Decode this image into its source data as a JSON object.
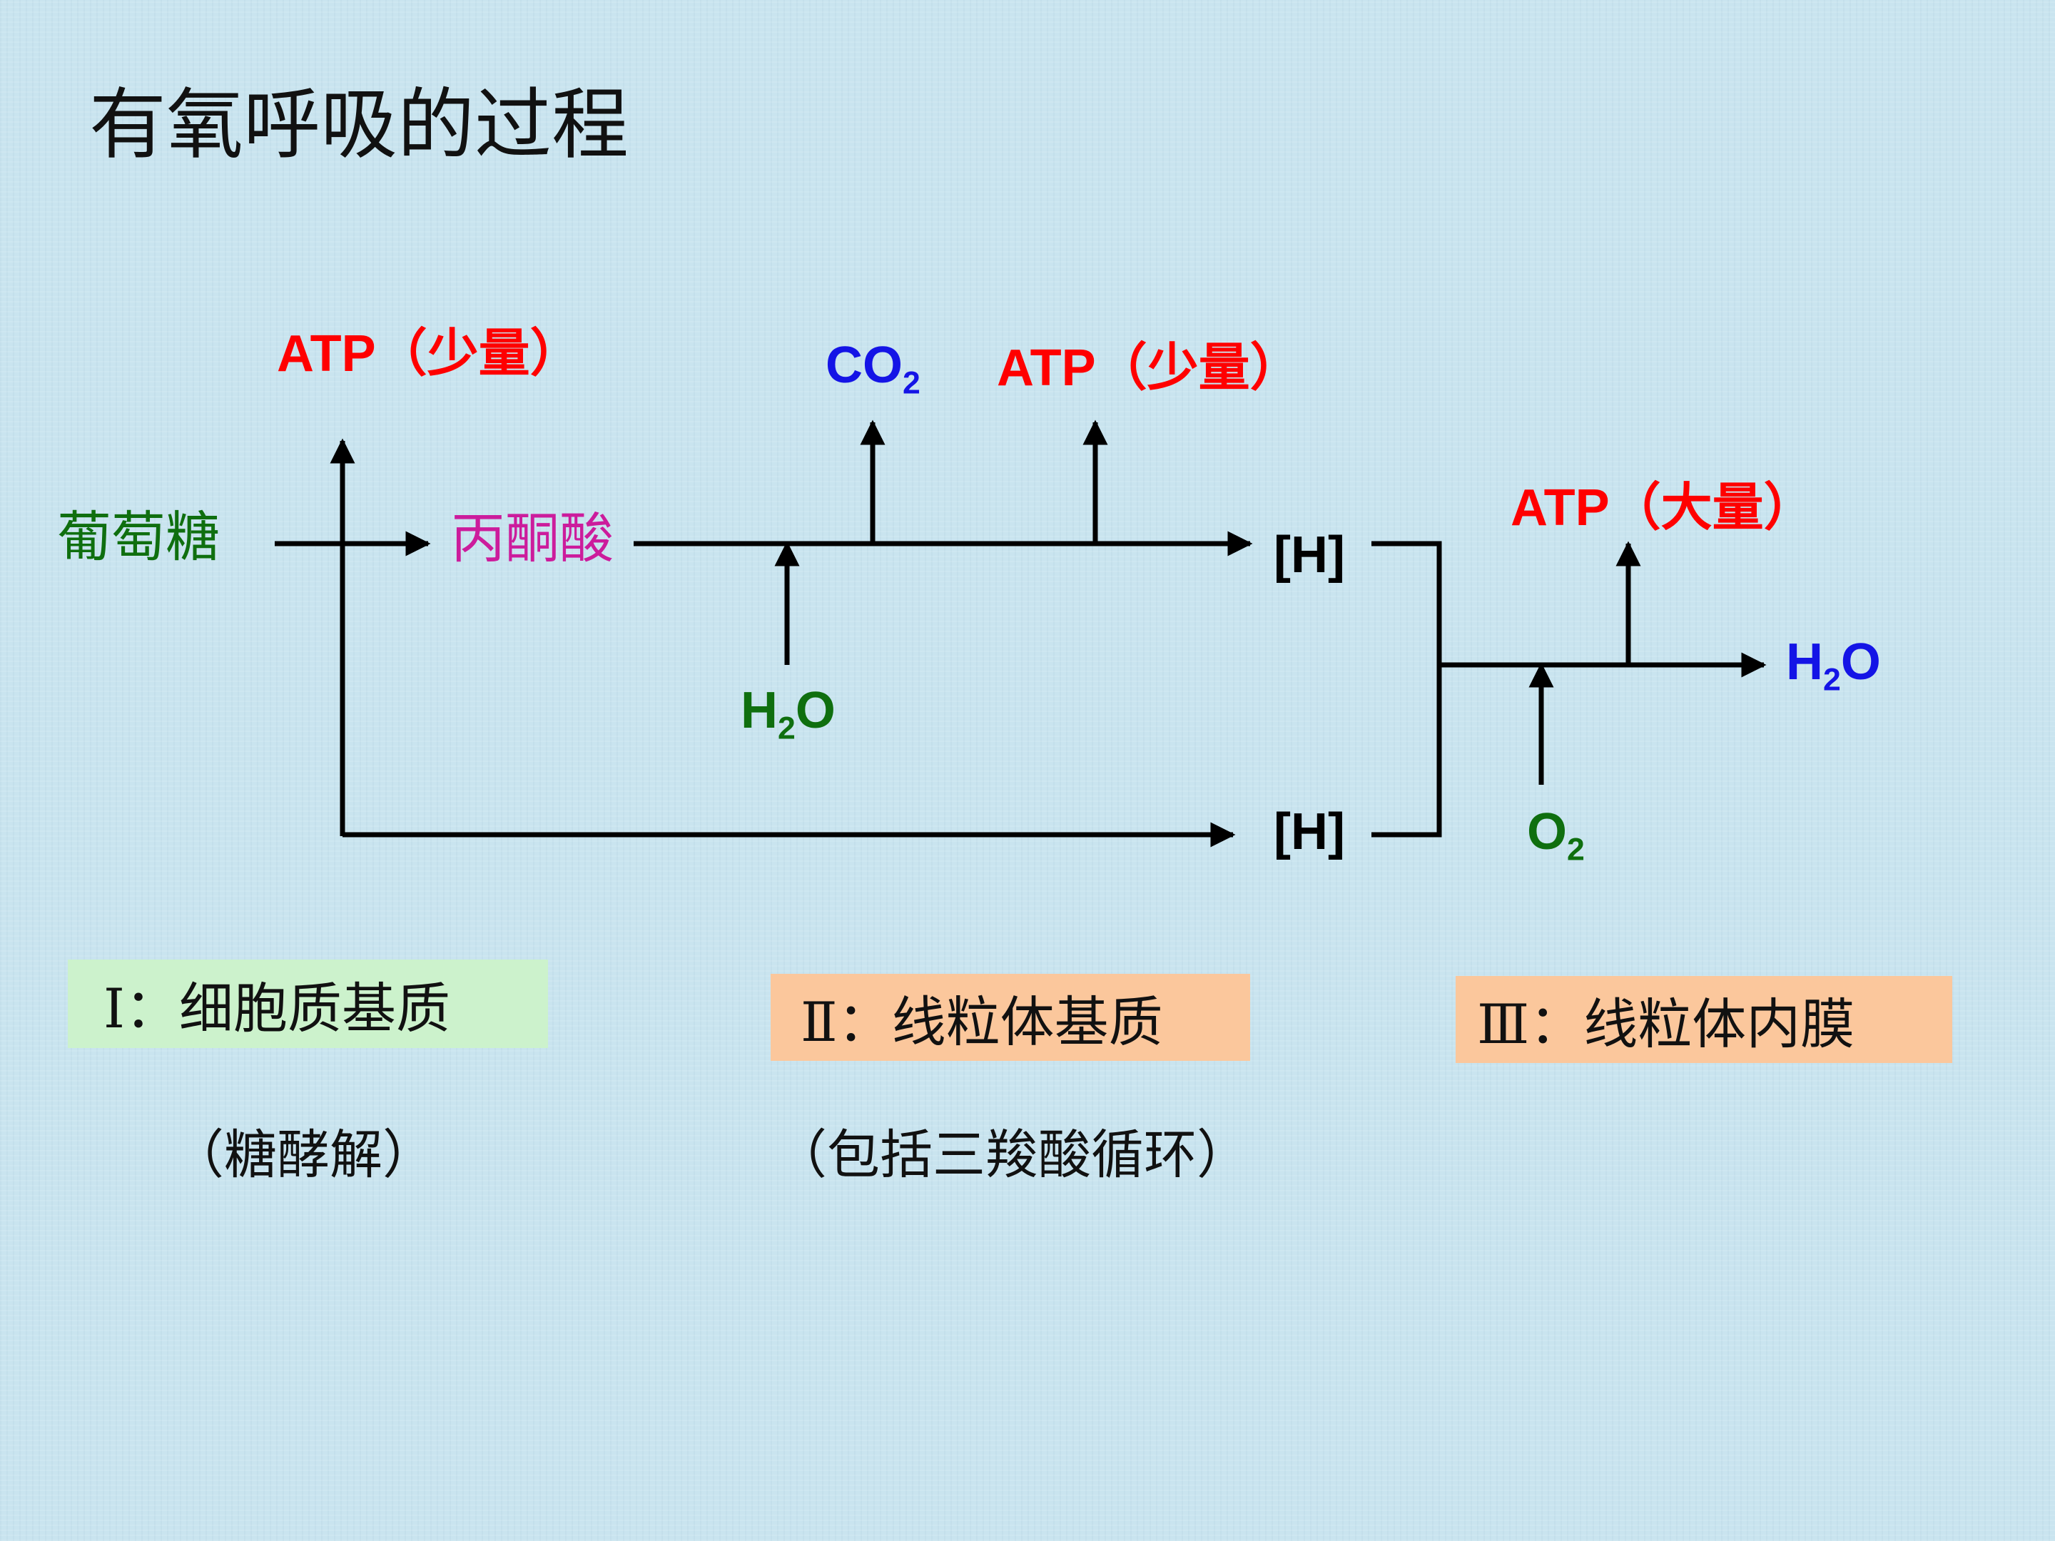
{
  "title": "有氧呼吸的过程",
  "labels": {
    "atp_small_1": "ATP（少量）",
    "co2_main": "CO",
    "co2_sub": "2",
    "atp_small_2": "ATP（少量）",
    "atp_large": "ATP（大量）",
    "glucose": "葡萄糖",
    "pyruvate": "丙酮酸",
    "h_top": "[H]",
    "h_bottom": "[H]",
    "water_in_main": "H",
    "water_in_sub": "2",
    "water_in_tail": "O",
    "water_out_main": "H",
    "water_out_sub": "2",
    "water_out_tail": "O",
    "o2_main": "O",
    "o2_sub": "2"
  },
  "stages": [
    {
      "label": "Ⅰ：细胞质基质",
      "note": "（糖酵解）",
      "color": "#ccf2cc"
    },
    {
      "label": "Ⅱ：线粒体基质",
      "note": "（包括三羧酸循环）",
      "color": "#fbc79c"
    },
    {
      "label": "Ⅲ：线粒体内膜",
      "note": "",
      "color": "#fbc79c"
    }
  ],
  "colors": {
    "atp": "#ff0000",
    "co2": "#1414e6",
    "glucose": "#0f6f0f",
    "pyruvate": "#cc1c9c",
    "water_out": "#1414e6",
    "water_in": "#0f6f0f",
    "oxygen": "#0f6f0f",
    "arrows": "#000000"
  }
}
